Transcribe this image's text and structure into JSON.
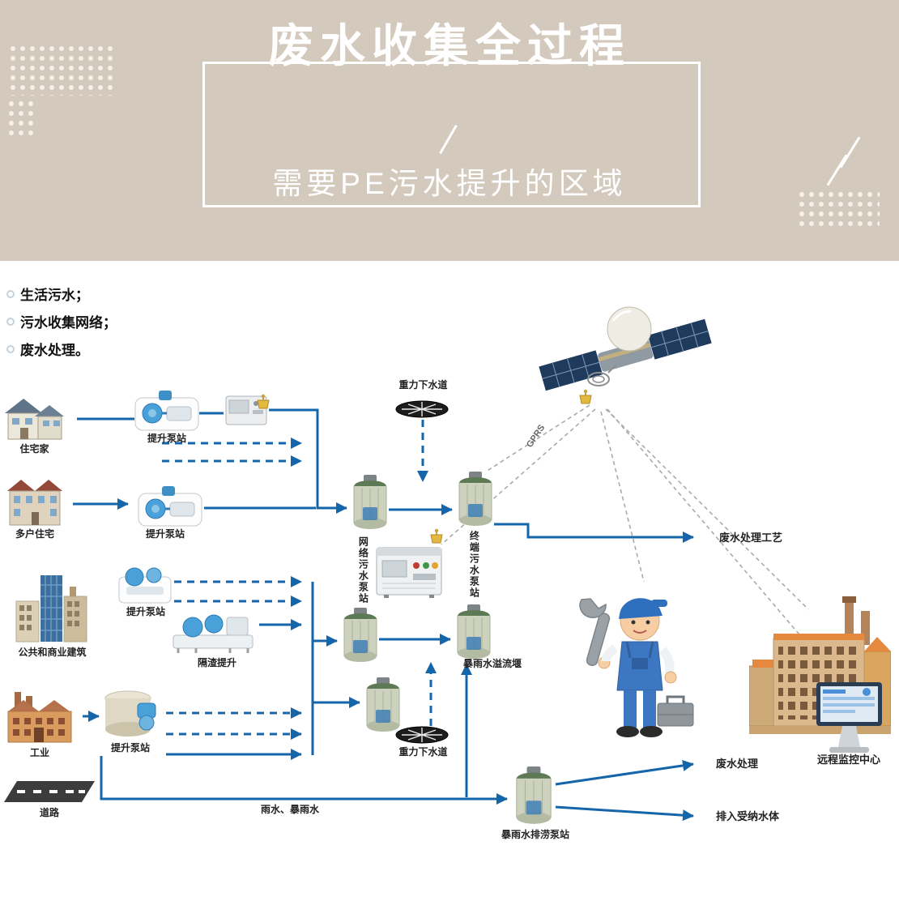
{
  "header": {
    "title": "废水收集全过程",
    "subtitle": "需要PE污水提升的区域"
  },
  "legend": {
    "items": [
      {
        "label": "生活污水；"
      },
      {
        "label": "污水收集网络；"
      },
      {
        "label": "废水处理。"
      }
    ]
  },
  "labels": {
    "residential": "住宅家",
    "lift_station": "提升泵站",
    "gravity_sewer": "重力下水道",
    "gprs": "GPRS",
    "multi_family": "多户住宅",
    "network_pump_station": "网络污水泵站",
    "terminal_pump_station": "终端污水泵站",
    "treatment_process": "废水处理工艺",
    "public_commercial": "公共和商业建筑",
    "screen_lift": "隔渣提升",
    "storm_overflow_weir": "暴雨水溢流堰",
    "industry": "工业",
    "remote_monitoring_center": "远程监控中心",
    "road": "道路",
    "rain_storm_water": "雨水、暴雨水",
    "storm_drainage_pump_station": "暴雨水排涝泵站",
    "wastewater_treatment": "废水处理",
    "discharge_receiving_water": "排入受纳水体"
  },
  "colors": {
    "header_bg": "#d3c9bc",
    "flow_blue": "#1565ab",
    "satellite_link_gray": "#aaaaaa"
  }
}
